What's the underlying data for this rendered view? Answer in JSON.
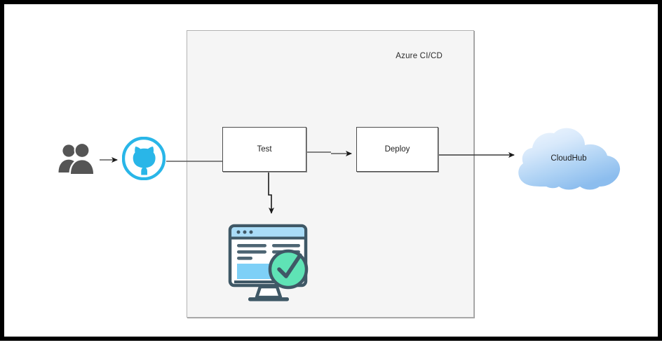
{
  "diagram": {
    "title": "Azure CI/CD pipeline diagram",
    "background_color": "#ffffff",
    "frame_color": "#000000"
  },
  "group_panel": {
    "label": "Azure CI/CD",
    "fill_color": "#f5f5f5",
    "border_color": "#b3b3b3"
  },
  "nodes": {
    "people": {
      "name": "developers",
      "icon": "people-icon",
      "color": "#555555"
    },
    "github": {
      "name": "GitHub",
      "icon": "github-octocat-icon",
      "color": "#29b6e8"
    },
    "test": {
      "label": "Test",
      "fill_color": "#ffffff",
      "border_color": "#4d4d4d"
    },
    "deploy": {
      "label": "Deploy",
      "fill_color": "#ffffff",
      "border_color": "#4d4d4d"
    },
    "test_result": {
      "name": "test-passed-illustration",
      "icon": "monitor-checkmark-icon",
      "screen_color": "#7ed0f7",
      "check_color": "#5fe3b5",
      "outline_color": "#3f5866"
    },
    "cloudhub": {
      "label": "CloudHub",
      "icon": "cloud-icon",
      "gradient_from": "#eaf3fd",
      "gradient_to": "#8cbdee"
    }
  },
  "connectors": [
    {
      "name": "people-to-github",
      "from": "people",
      "to": "github",
      "arrow": true
    },
    {
      "name": "github-to-test",
      "from": "github",
      "to": "test",
      "arrow": false
    },
    {
      "name": "test-to-deploy",
      "from": "test",
      "to": "deploy",
      "arrow": true
    },
    {
      "name": "test-to-test-result",
      "from": "test",
      "to": "test_result",
      "arrow": true
    },
    {
      "name": "deploy-to-cloudhub",
      "from": "deploy",
      "to": "cloudhub",
      "arrow": true
    }
  ]
}
